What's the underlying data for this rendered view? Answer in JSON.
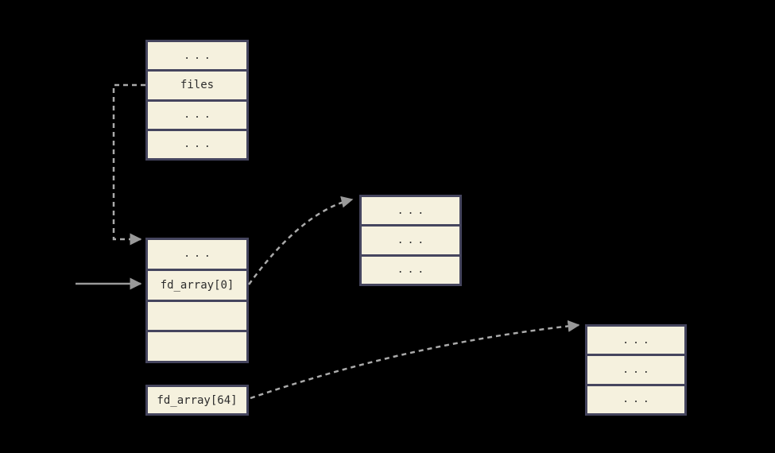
{
  "palette": {
    "background": "#000000",
    "box_fill": "#f5f1de",
    "box_border": "#45455e",
    "text_color": "#2d2d2d",
    "solid_arrow_color": "#999999",
    "dashed_arrow_color": "#aaaaaa"
  },
  "boxes": {
    "task_struct": {
      "rows": [
        "...",
        "files",
        "...",
        "..."
      ]
    },
    "fd_table": {
      "rows": [
        "...",
        "fd_array[0]",
        "",
        ""
      ]
    },
    "file_one": {
      "rows": [
        "...",
        "...",
        "..."
      ]
    },
    "file_two": {
      "rows": [
        "...",
        "...",
        "..."
      ]
    },
    "fd_array_64": {
      "label": "fd_array[64]"
    }
  },
  "arrows": {
    "files_to_fd_table": "dashed elbow arrow from files field into fd table",
    "external_to_fd_array_0": "solid arrow pointing at fd_array[0]",
    "fd_array_0_to_file": "dashed curved arrow to first file box",
    "fd_array_64_to_file": "dashed curved arrow to second file box"
  }
}
